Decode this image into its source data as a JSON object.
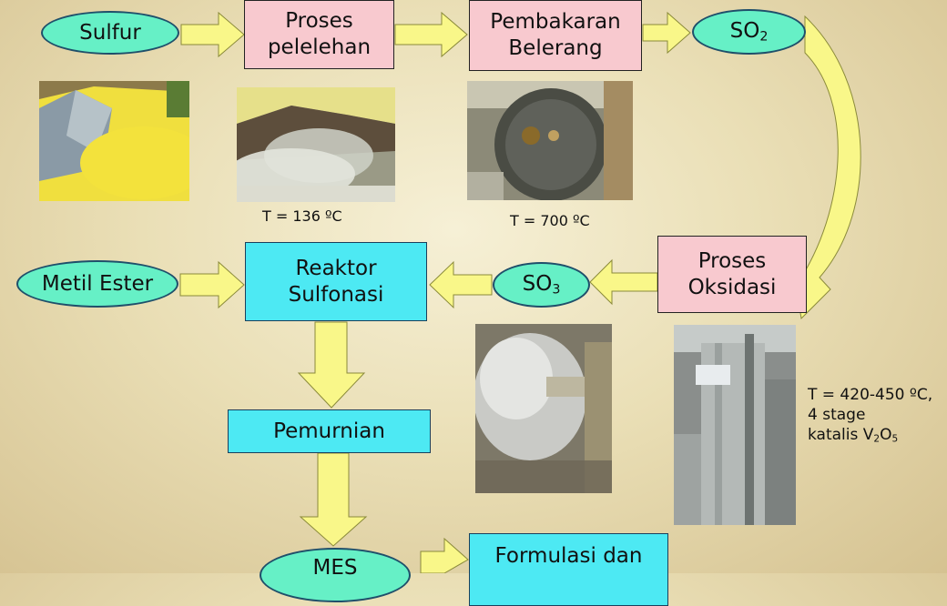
{
  "nodes": {
    "sulfur": "Sulfur",
    "proses_pelelehan": [
      "Proses",
      "pelelehan"
    ],
    "pembakaran": [
      "Pembakaran",
      "Belerang"
    ],
    "so2": {
      "main": "SO",
      "sub": "2"
    },
    "metil_ester": "Metil Ester",
    "reaktor": [
      "Reaktor",
      "Sulfonasi"
    ],
    "so3": {
      "main": "SO",
      "sub": "3"
    },
    "oksidasi": [
      "Proses",
      "Oksidasi"
    ],
    "pemurnian": "Pemurnian",
    "mes": "MES",
    "formulasi": "Formulasi dan"
  },
  "captions": {
    "melting_temp": "T = 136 ºC",
    "burning_temp": "T = 700 ºC",
    "oxidation": {
      "line1": "T = 420-450 ºC,",
      "line2": "4 stage",
      "line3_pre": "katalis V",
      "sub1": "2",
      "line3_mid": "O",
      "sub2": "5"
    }
  },
  "photos": [
    "sulfur pile",
    "melting tank",
    "sulfur burner",
    "SO3 steam",
    "oxidation converter tower"
  ],
  "colors": {
    "oval_fill": "#66f0c6",
    "process_pink": "#f8c9cf",
    "reactor_cyan": "#4de9f3",
    "arrow_fill": "#f9f789"
  }
}
